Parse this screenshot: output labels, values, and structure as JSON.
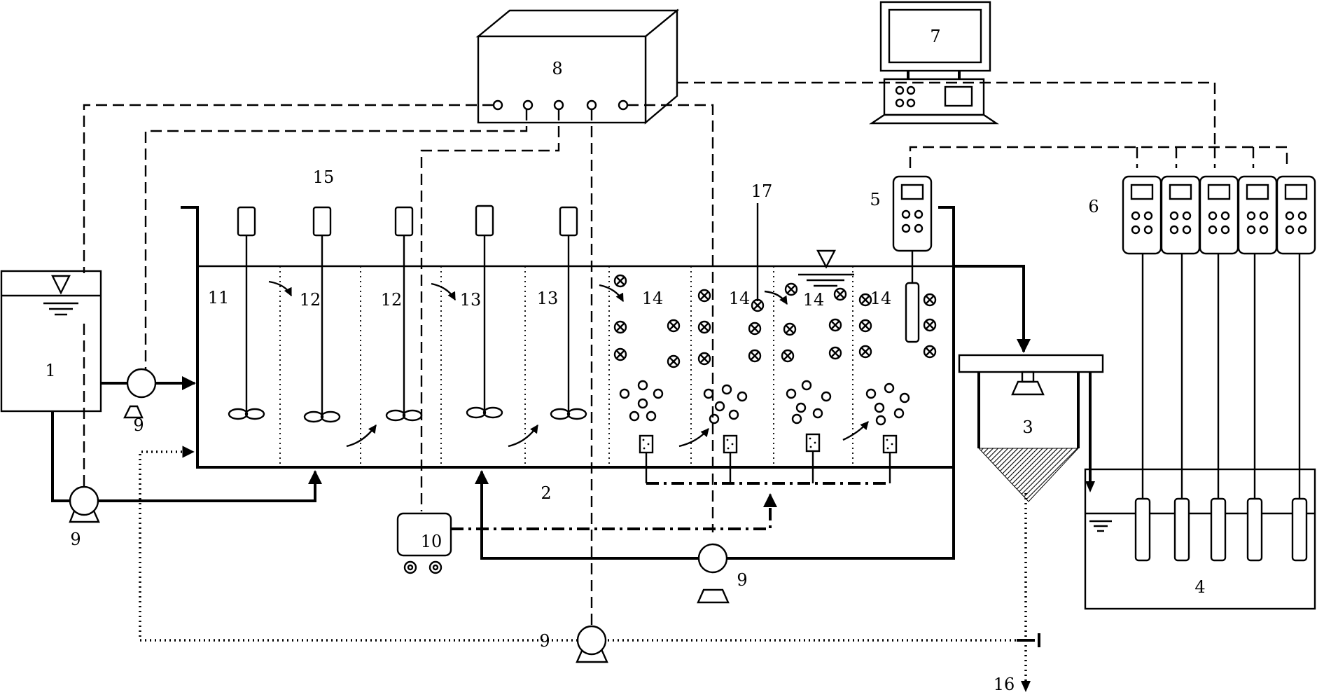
{
  "labels": {
    "feed_tank": "1",
    "reactor": "2",
    "settler": "3",
    "water_bath": "4",
    "single_meter": "5",
    "meter_array": "6",
    "computer": "7",
    "controller": "8",
    "pump_feed": "9",
    "pump_recycle_feed": "9",
    "pump_return": "9",
    "pump_sludge": "9",
    "air_compressor": "10",
    "zone_11": "11",
    "zone_12a": "12",
    "zone_12b": "12",
    "zone_13a": "13",
    "zone_13b": "13",
    "zone_14a": "14",
    "zone_14b": "14",
    "zone_14c": "14",
    "zone_14d": "14",
    "stirrers": "15",
    "discharge": "16",
    "probe": "17"
  },
  "colors": {
    "line": "#000000",
    "background": "#ffffff",
    "hatch": "#000000"
  }
}
